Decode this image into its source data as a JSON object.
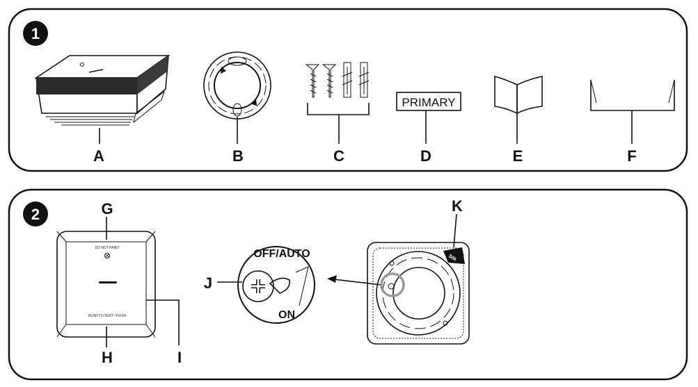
{
  "steps": [
    "1",
    "2"
  ],
  "panel1": {
    "items": [
      {
        "letter": "A"
      },
      {
        "letter": "B"
      },
      {
        "letter": "C"
      },
      {
        "letter": "D",
        "text": "PRIMARY"
      },
      {
        "letter": "E"
      },
      {
        "letter": "F"
      }
    ]
  },
  "panel2": {
    "labels": {
      "g": "G",
      "h": "H",
      "i": "I",
      "j": "J",
      "k": "K"
    },
    "detector_top_text": "DO NOT PAINT",
    "detector_bottom_text": "PUSH TO TEST / HUSH",
    "switch_off": "OFF/AUTO",
    "switch_on": "ON",
    "sr_text": "S/R"
  }
}
